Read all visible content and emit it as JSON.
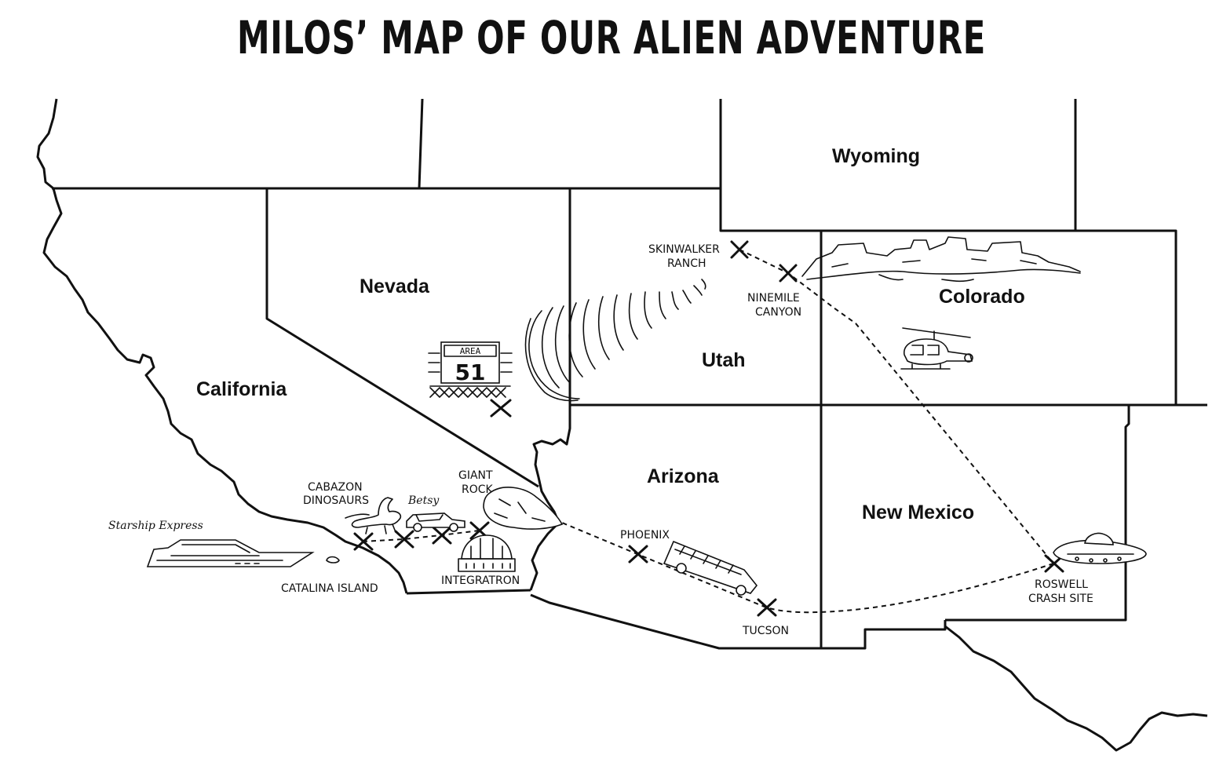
{
  "title": "MILOS’ MAP OF OUR ALIEN ADVENTURE",
  "states": {
    "wyoming": "Wyoming",
    "nevada": "Nevada",
    "colorado": "Colorado",
    "utah": "Utah",
    "california": "California",
    "arizona": "Arizona",
    "new_mexico": "New Mexico"
  },
  "places": {
    "skinwalker_1": "SKINWALKER",
    "skinwalker_2": "RANCH",
    "ninemile_1": "NINEMILE",
    "ninemile_2": "CANYON",
    "area51_top": "AREA",
    "area51_num": "51",
    "cabazon_1": "CABAZON",
    "cabazon_2": "DINOSAURS",
    "giant_rock_1": "GIANT",
    "giant_rock_2": "ROCK",
    "betsy": "Betsy",
    "starship": "Starship Express",
    "catalina": "CATALINA ISLAND",
    "integratron": "INTEGRATRON",
    "phoenix": "PHOENIX",
    "tucson": "TUCSON",
    "roswell_1": "ROSWELL",
    "roswell_2": "CRASH SITE"
  },
  "icons": [
    "x-marker-icon",
    "tornado-icon",
    "helicopter-icon",
    "bus-icon",
    "ufo-icon",
    "yacht-icon",
    "car-icon",
    "dinosaur-icon",
    "dome-icon",
    "rock-icon",
    "mesa-icon",
    "area51-sign-icon"
  ]
}
